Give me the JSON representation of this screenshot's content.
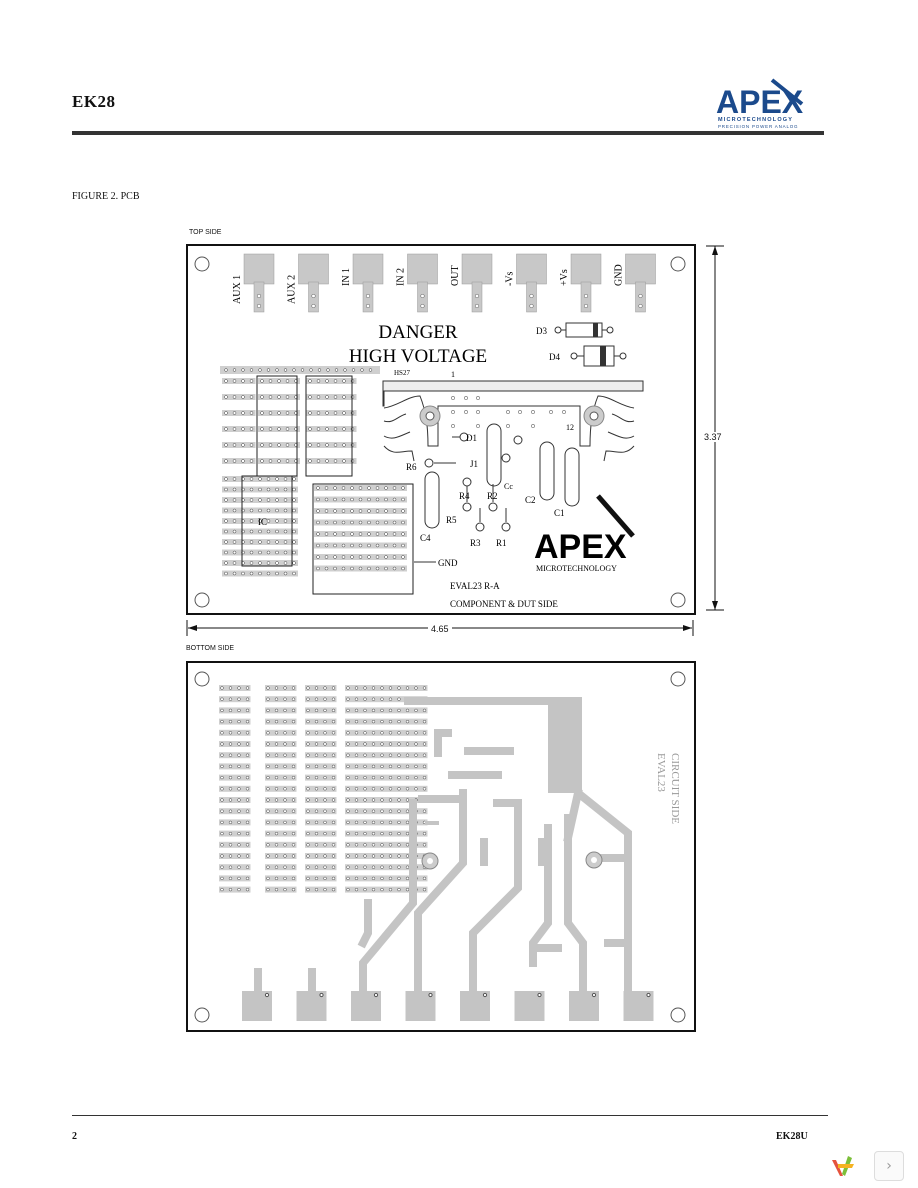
{
  "header": {
    "doc_title": "EK28",
    "logo": {
      "brand": "APEX",
      "subtitle": "MICROTECHNOLOGY",
      "tagline": "PRECISION POWER ANALOG"
    }
  },
  "figure": {
    "caption": "FIGURE 2. PCB",
    "top_label": "TOP SIDE",
    "bottom_label": "BOTTOM SIDE",
    "top_board": {
      "connectors": [
        "AUX 1",
        "AUX 2",
        "IN 1",
        "IN 2",
        "OUT",
        "-Vs",
        "+Vs",
        "GND"
      ],
      "danger_line1": "DANGER",
      "danger_line2": "HIGH VOLTAGE",
      "diodes": [
        "D3",
        "D4"
      ],
      "heatsink_labels": [
        "HS27",
        "1",
        "12"
      ],
      "components": [
        "D1",
        "J1",
        "R6",
        "Cc",
        "C2",
        "C1",
        "R4",
        "R2",
        "R5",
        "R3",
        "R1",
        "C4",
        "IC",
        "GND"
      ],
      "brand": "APEX",
      "brand_sub": "MICROTECHNOLOGY",
      "board_id": "EVAL23 R-A",
      "side_text": "COMPONENT & DUT SIDE"
    },
    "dimensions": {
      "height": "3.37",
      "width": "4.65"
    },
    "bottom_board": {
      "side_text": "CIRCUIT SIDE",
      "board_id": "EVAL23"
    }
  },
  "footer": {
    "page_number": "2",
    "doc_id": "EK28U"
  },
  "viewer": {
    "next_icon": "›"
  }
}
